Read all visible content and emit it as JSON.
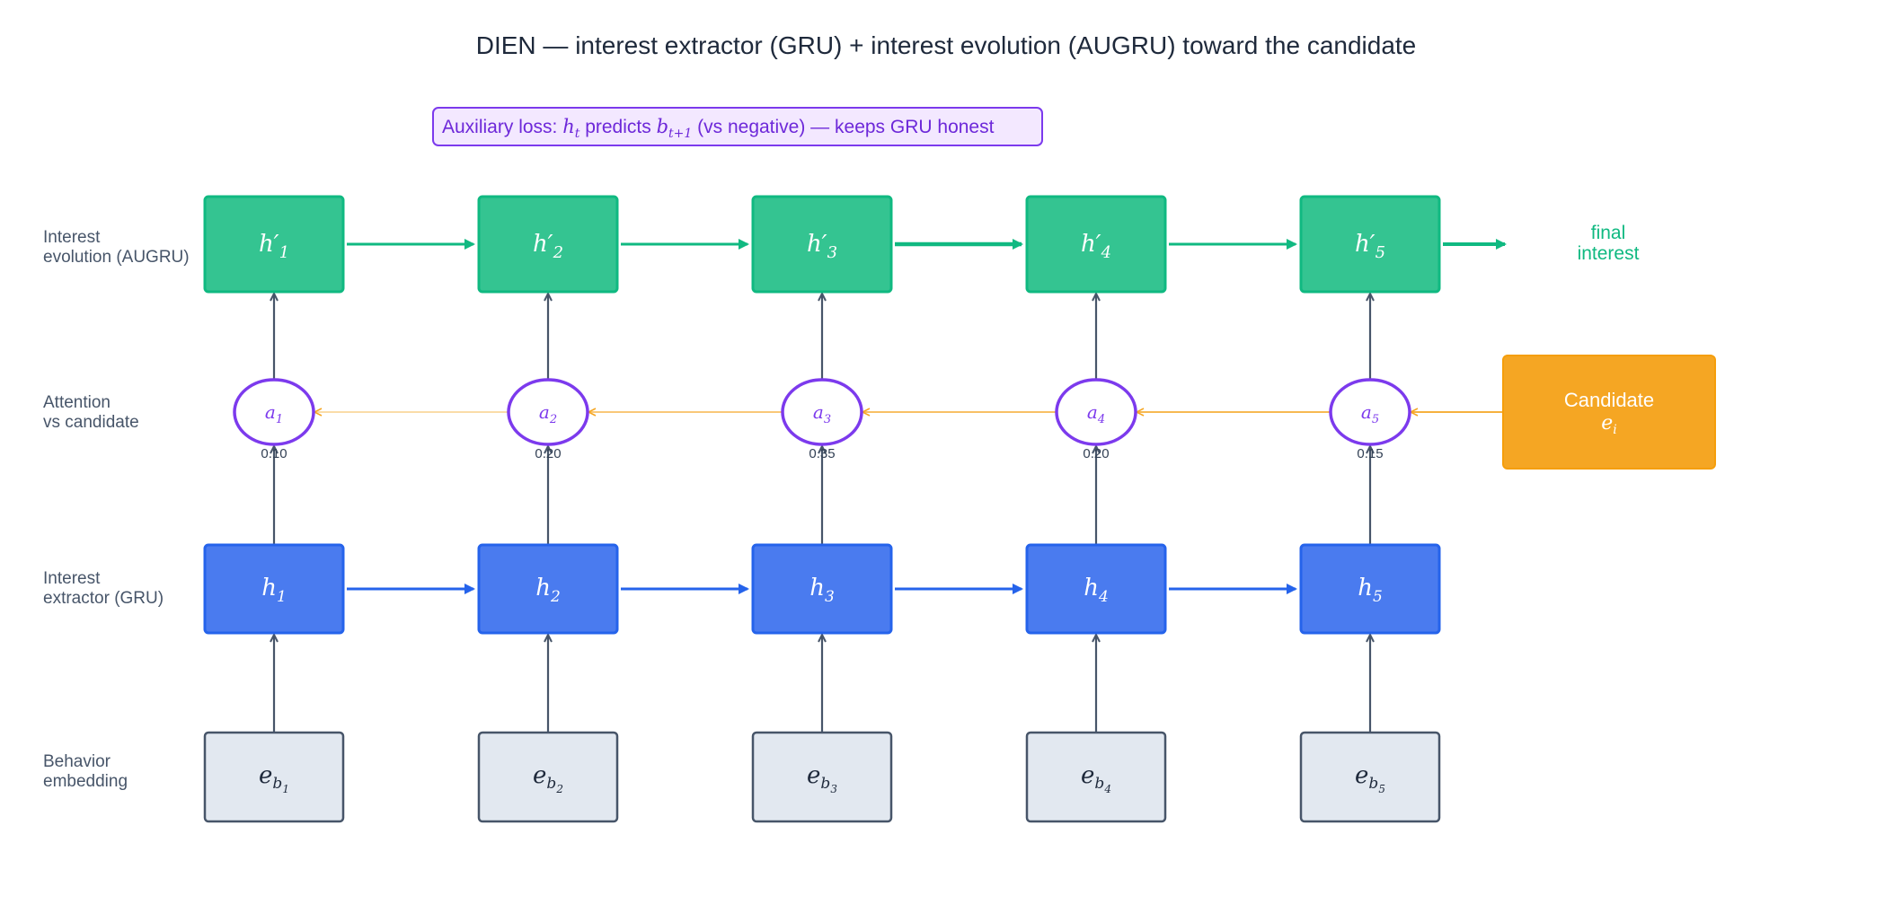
{
  "title": "DIEN — interest extractor (GRU) + interest evolution (AUGRU) toward the candidate",
  "auxiliary_loss": {
    "prefix": "Auxiliary loss: ",
    "h": "h",
    "h_sub": "t",
    "mid": " predicts ",
    "b": "b",
    "b_sub": "t+1",
    "suffix": " (vs negative) — keeps GRU honest"
  },
  "row_labels": {
    "evolution": [
      "Interest",
      "evolution (AUGRU)"
    ],
    "attention": [
      "Attention",
      "vs candidate"
    ],
    "extractor": [
      "Interest",
      "extractor (GRU)"
    ],
    "embedding": [
      "Behavior",
      "embedding"
    ]
  },
  "steps": [
    {
      "index": "1",
      "attention_weight": "0.10"
    },
    {
      "index": "2",
      "attention_weight": "0.20"
    },
    {
      "index": "3",
      "attention_weight": "0.35"
    },
    {
      "index": "4",
      "attention_weight": "0.20"
    },
    {
      "index": "5",
      "attention_weight": "0.15"
    }
  ],
  "node_symbols": {
    "evolution": "h′",
    "attention": "a",
    "extractor": "h",
    "embedding": "e",
    "embedding_sub": "b"
  },
  "final_interest": [
    "final",
    "interest"
  ],
  "candidate": {
    "line1": "Candidate",
    "symbol": "e",
    "sub": "i"
  },
  "colors": {
    "evolution": "#34c491",
    "evolution_border": "#10b981",
    "extractor": "#4a7bef",
    "extractor_border": "#2563eb",
    "embedding_fill": "#e2e8f0",
    "embedding_border": "#475569",
    "attention": "#7c3aed",
    "candidate": "#f5a623",
    "aux_fill": "#f3e8ff"
  }
}
